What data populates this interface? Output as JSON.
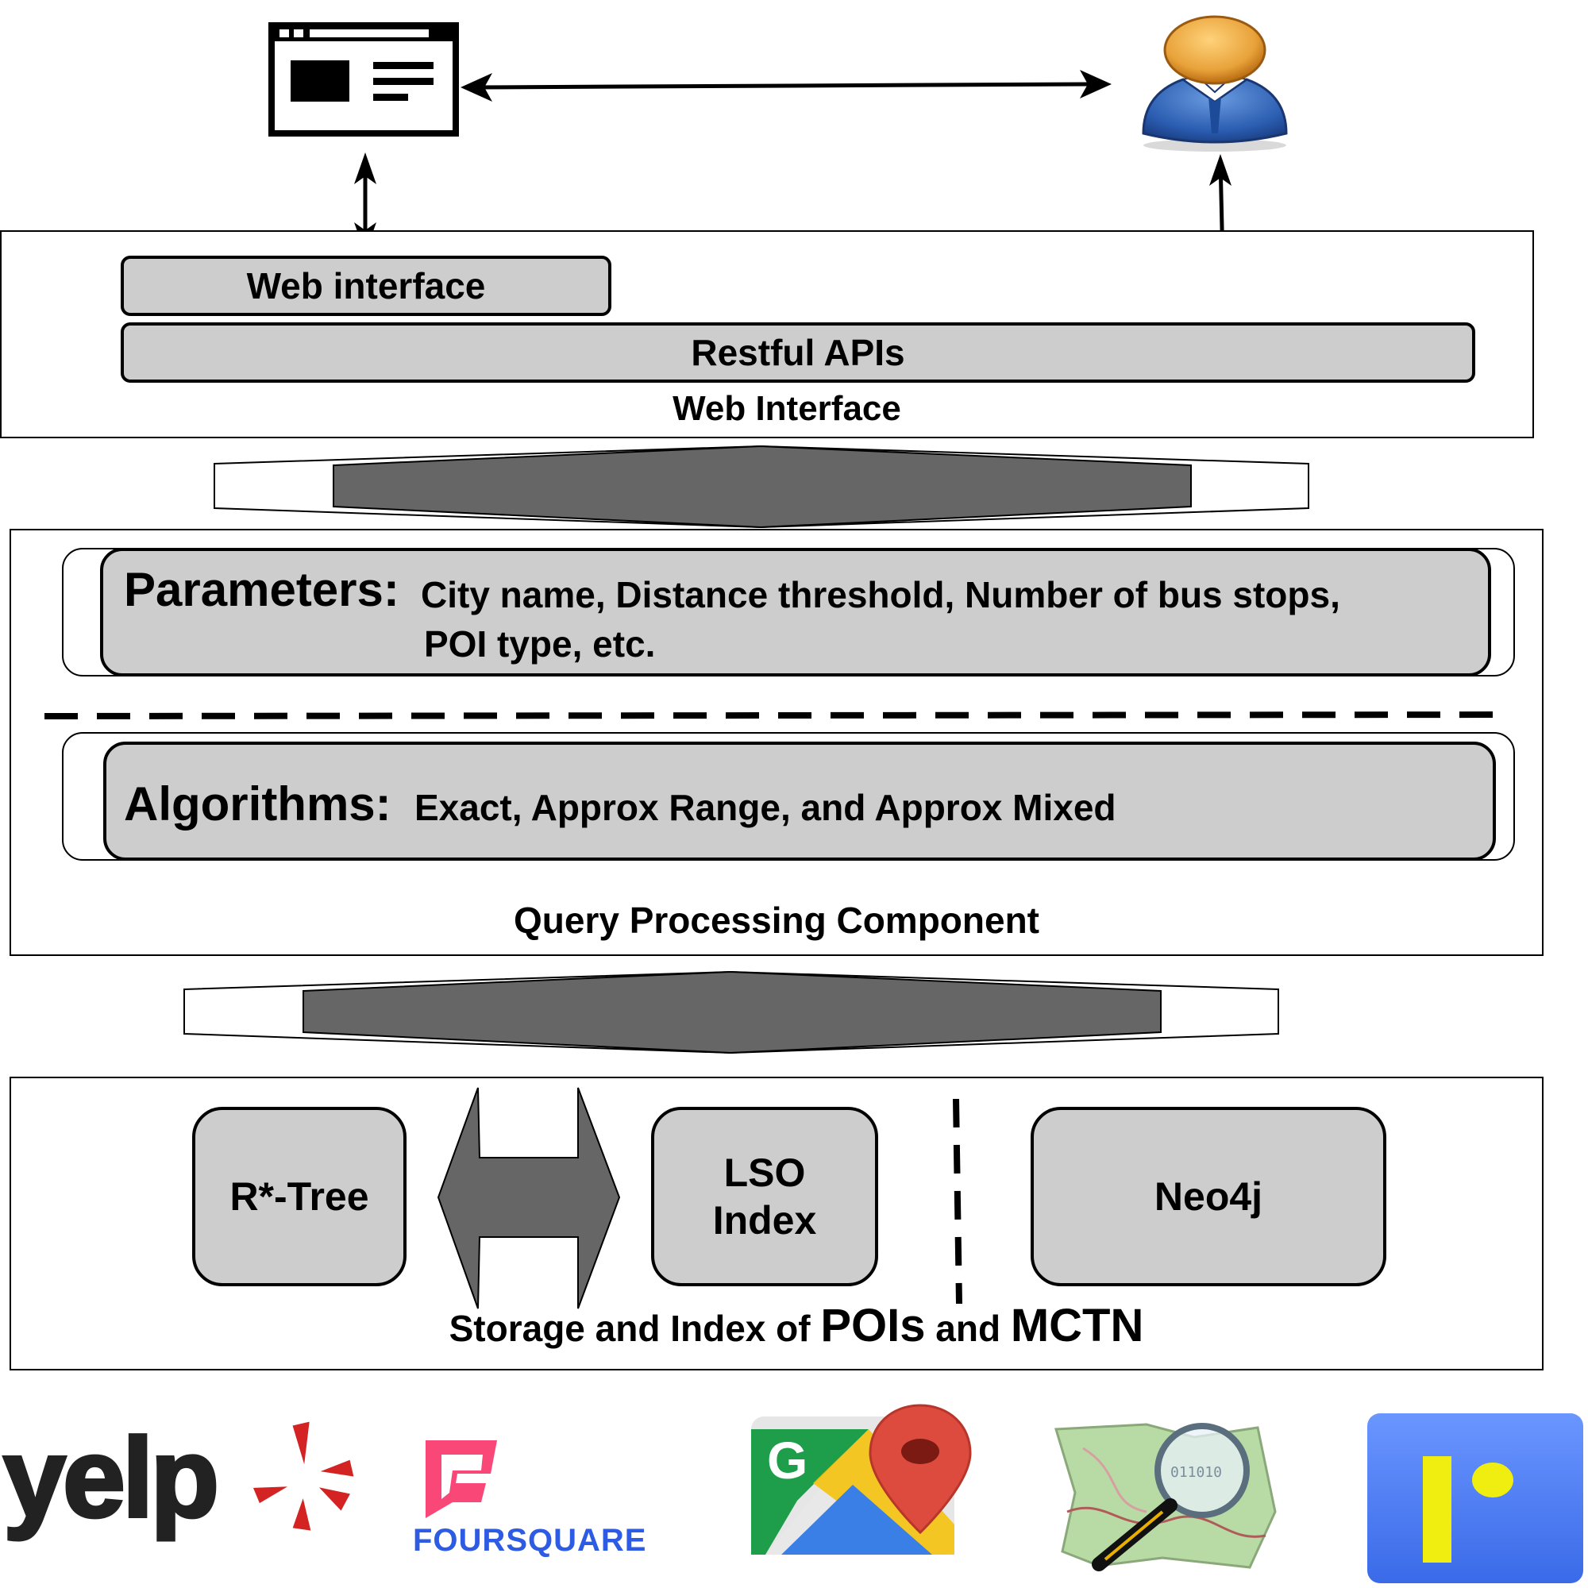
{
  "web_layer": {
    "web_interface_box": "Web interface",
    "restful_box": "Restful APIs",
    "caption": "Web Interface"
  },
  "query_layer": {
    "parameters_heading": "Parameters:",
    "parameters_line1": "City name, Distance threshold, Number of bus stops,",
    "parameters_line2": "POI type, etc.",
    "algorithms_heading": "Algorithms:",
    "algorithms_text": "Exact, Approx Range, and Approx Mixed",
    "caption": "Query Processing Component"
  },
  "storage_layer": {
    "rtree": "R*-Tree",
    "lso_line1": "LSO",
    "lso_line2": "Index",
    "neo4j": "Neo4j",
    "caption_part1": "Storage and Index of ",
    "caption_pois": "POIs",
    "caption_part2": " and ",
    "caption_mctn": "MCTN"
  },
  "sources": {
    "yelp": "yelp",
    "foursquare": "FOURSQUARE",
    "google_maps_letter": "G",
    "osm_digits": "011010"
  },
  "colors": {
    "box_fill": "#cdcdcd",
    "arrow_fill": "#666666",
    "yelp_red": "#d32323",
    "foursquare_pink": "#f94877",
    "foursquare_blue": "#2d5be3"
  },
  "icons": [
    "browser-window-icon",
    "user-avatar-icon",
    "yelp-logo",
    "foursquare-logo",
    "google-maps-logo",
    "openstreetmap-logo",
    "data-source-logo"
  ]
}
